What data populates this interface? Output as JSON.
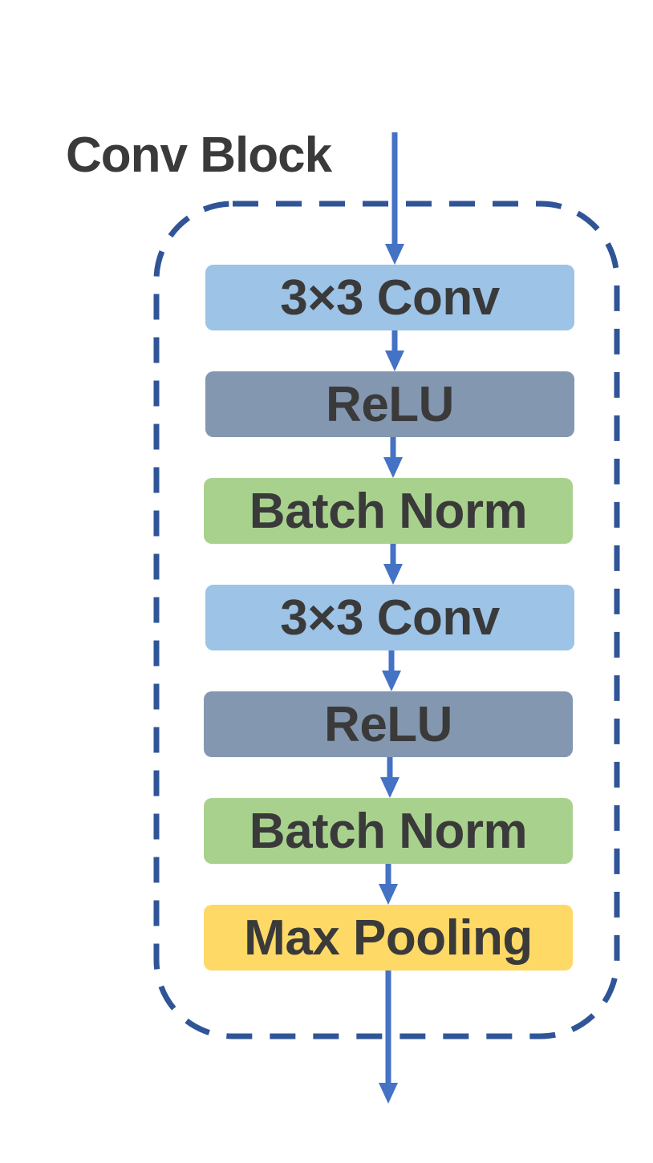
{
  "title": "Conv Block",
  "colors": {
    "arrow": "#4472c4",
    "border": "#2f5597",
    "text": "#3a3a3a",
    "conv": "#9dc3e6",
    "relu": "#8497b0",
    "batch_norm": "#a9d18e",
    "max_pooling": "#ffd966"
  },
  "layers": [
    {
      "label": "3×3 Conv",
      "kind": "conv"
    },
    {
      "label": "ReLU",
      "kind": "relu"
    },
    {
      "label": "Batch Norm",
      "kind": "batch_norm"
    },
    {
      "label": "3×3 Conv",
      "kind": "conv"
    },
    {
      "label": "ReLU",
      "kind": "relu"
    },
    {
      "label": "Batch Norm",
      "kind": "batch_norm"
    },
    {
      "label": "Max Pooling",
      "kind": "max_pooling"
    }
  ]
}
